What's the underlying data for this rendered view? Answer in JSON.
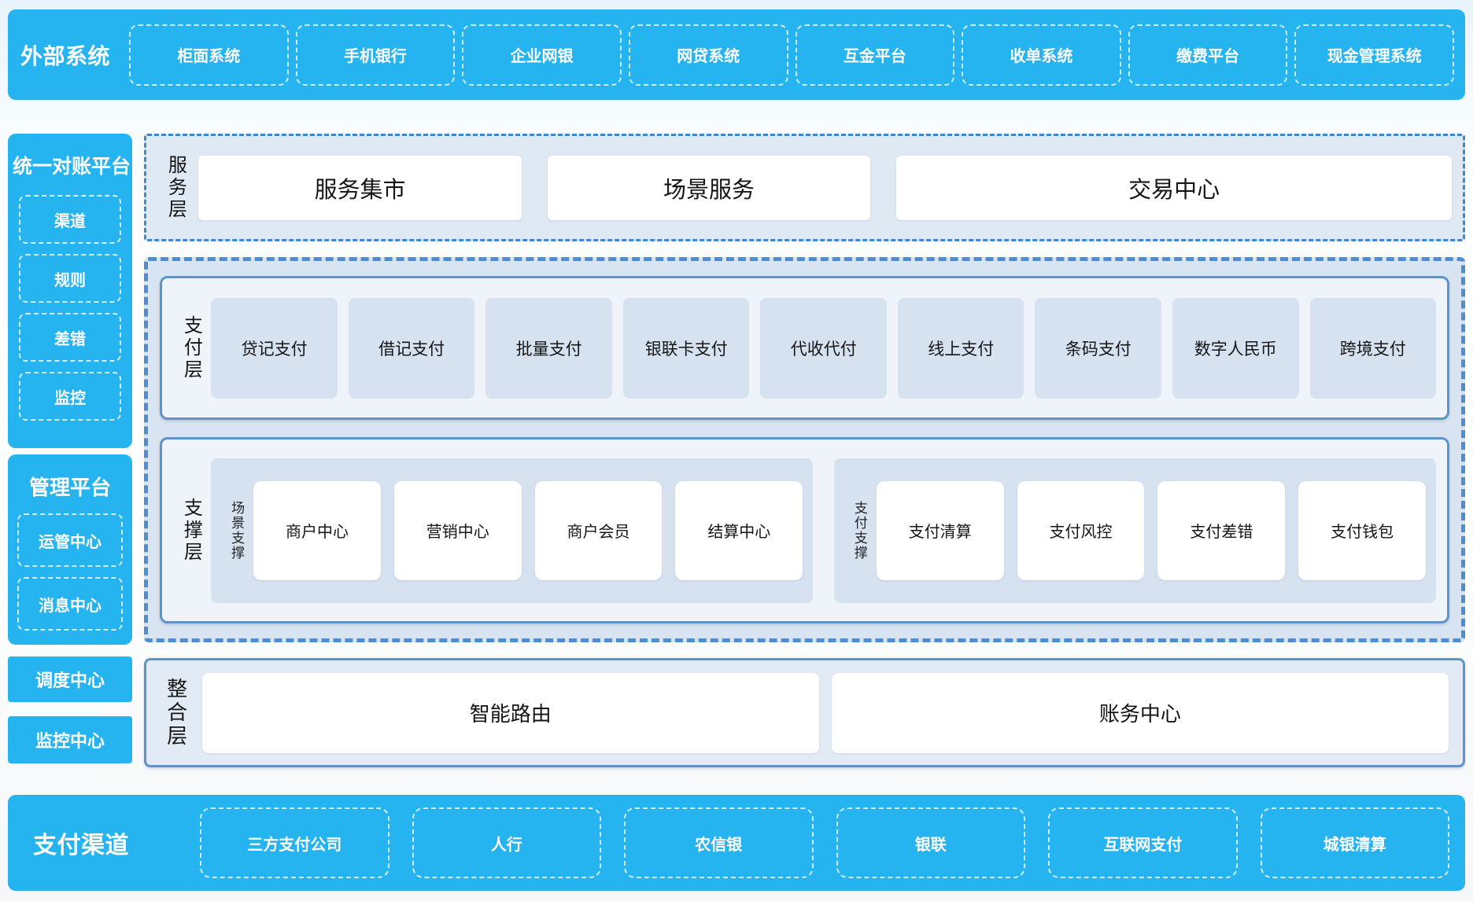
{
  "external_systems": {
    "label": "外部系统",
    "items": [
      "柜面系统",
      "手机银行",
      "企业网银",
      "网贷系统",
      "互金平台",
      "收单系统",
      "缴费平台",
      "现金管理系统"
    ]
  },
  "reconciliation_platform": {
    "label": "统一对账平台",
    "items": [
      "渠道",
      "规则",
      "差错",
      "监控"
    ]
  },
  "management_platform": {
    "label": "管理平台",
    "items": [
      "运管中心",
      "消息中心"
    ]
  },
  "dispatch_center": "调度中心",
  "monitor_center": "监控中心",
  "service_layer": {
    "label": "服务层",
    "items": [
      "服务集市",
      "场景服务",
      "交易中心"
    ]
  },
  "payment_layer": {
    "label": "支付层",
    "items": [
      "贷记支付",
      "借记支付",
      "批量支付",
      "银联卡支付",
      "代收代付",
      "线上支付",
      "条码支付",
      "数字人民币",
      "跨境支付"
    ]
  },
  "support_layer": {
    "label": "支撑层",
    "groups": [
      {
        "label": "场景支撑",
        "items": [
          "商户中心",
          "营销中心",
          "商户会员",
          "结算中心"
        ]
      },
      {
        "label": "支付支撑",
        "items": [
          "支付清算",
          "支付风控",
          "支付差错",
          "支付钱包"
        ]
      }
    ]
  },
  "integration_layer": {
    "label": "整合层",
    "items": [
      "智能路由",
      "账务中心"
    ]
  },
  "payment_channels": {
    "label": "支付渠道",
    "items": [
      "三方支付公司",
      "人行",
      "农信银",
      "银联",
      "互联网支付",
      "城银清算"
    ]
  },
  "colors": {
    "brand_blue": "#26b4f0",
    "panel_light_bg": "#dfe9f4",
    "outer_dashed_bg": "#d8e4f1",
    "item_box_bg": "#d6e2f0",
    "solid_border_blue": "#5e93cc",
    "dashed_border_blue": "#4e8ed0",
    "text_dark": "#151515",
    "text_white": "#ffffff"
  }
}
